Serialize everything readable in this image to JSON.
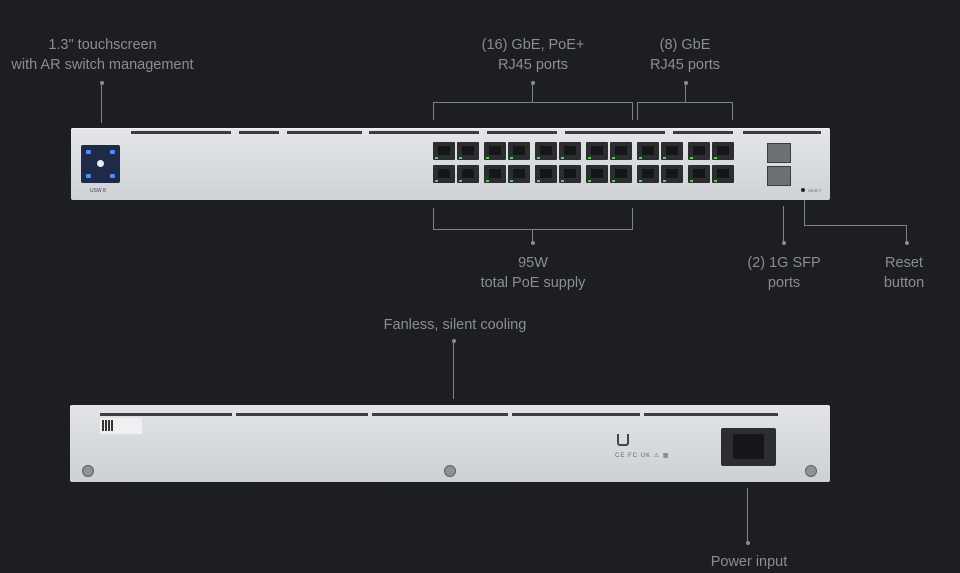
{
  "labels": {
    "touchscreen": "1.3\" touchscreen\nwith AR switch management",
    "poe_ports": "(16) GbE, PoE+\nRJ45 ports",
    "gbe_ports": "(8) GbE\nRJ45 ports",
    "poe_supply": "95W\ntotal PoE supply",
    "sfp_ports": "(2) 1G SFP\nports",
    "reset": "Reset\nbutton",
    "cooling": "Fanless, silent cooling",
    "power": "Power input"
  },
  "device": {
    "model_badge": "USW 8",
    "reset_mark": "RESET",
    "rear_marks": "CE  FC  UK  ⚠  ▦"
  },
  "colors": {
    "background": "#1d1e21",
    "chassis": "#d9dbde",
    "link_led": "#4bd64b",
    "screen": "#1f2a48"
  }
}
